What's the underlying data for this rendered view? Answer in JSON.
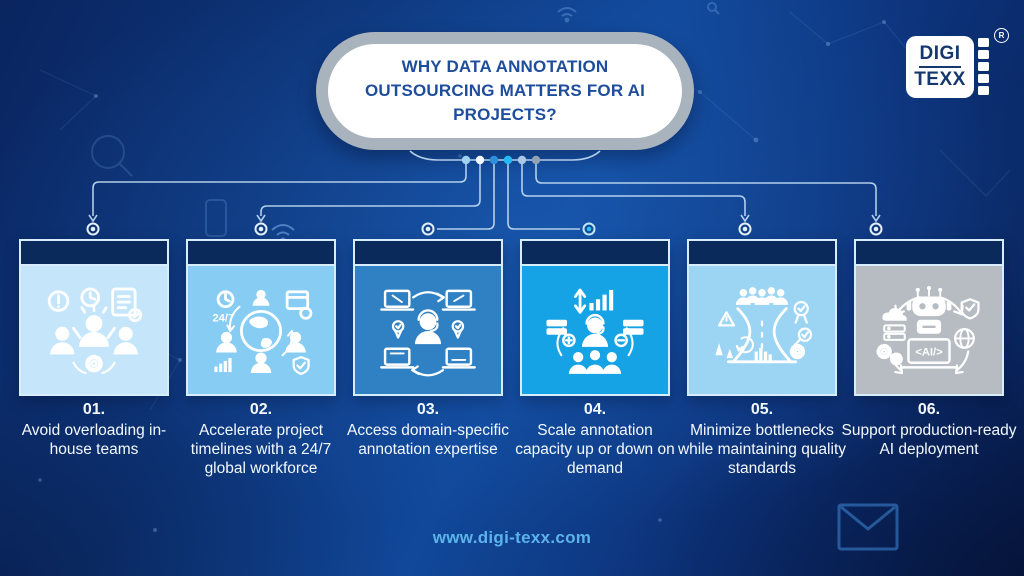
{
  "header": {
    "title": "WHY DATA ANNOTATION OUTSOURCING MATTERS FOR AI PROJECTS?"
  },
  "brand": {
    "name_top": "DIGI",
    "name_bottom": "TEXX",
    "registered_mark": "®"
  },
  "footer": {
    "website": "www.digi-texx.com"
  },
  "cards": [
    {
      "number": "01.",
      "text": "Avoid overloading in-house teams",
      "icon": "overloaded-team-icon",
      "body_color": "#c5e6fa"
    },
    {
      "number": "02.",
      "text": "Accelerate project timelines with a 24/7 global workforce",
      "icon": "global-workforce-icon",
      "body_color": "#87ccf3",
      "badge": "24/7"
    },
    {
      "number": "03.",
      "text": "Access domain-specific annotation expertise",
      "icon": "domain-annotation-icon",
      "body_color": "#2f81c3"
    },
    {
      "number": "04.",
      "text": "Scale annotation capacity up or down on demand",
      "icon": "scale-capacity-icon",
      "body_color": "#15a3e5"
    },
    {
      "number": "05.",
      "text": "Minimize bottlenecks while maintaining quality standards",
      "icon": "bottleneck-quality-icon",
      "body_color": "#9cd4f4"
    },
    {
      "number": "06.",
      "text": "Support production-ready AI deployment",
      "icon": "ai-deployment-icon",
      "body_color": "#b6bcc2",
      "ai_tag": "<AI/>"
    }
  ],
  "colors": {
    "card_header": "#0b2a5c",
    "card_border": "#d8edfb",
    "title_text": "#1e4d9c",
    "connector_line": "#c3ddf4",
    "url_text": "#5cb3ea",
    "pill_border": "#a9b3be",
    "background_base": "#0d3478"
  }
}
